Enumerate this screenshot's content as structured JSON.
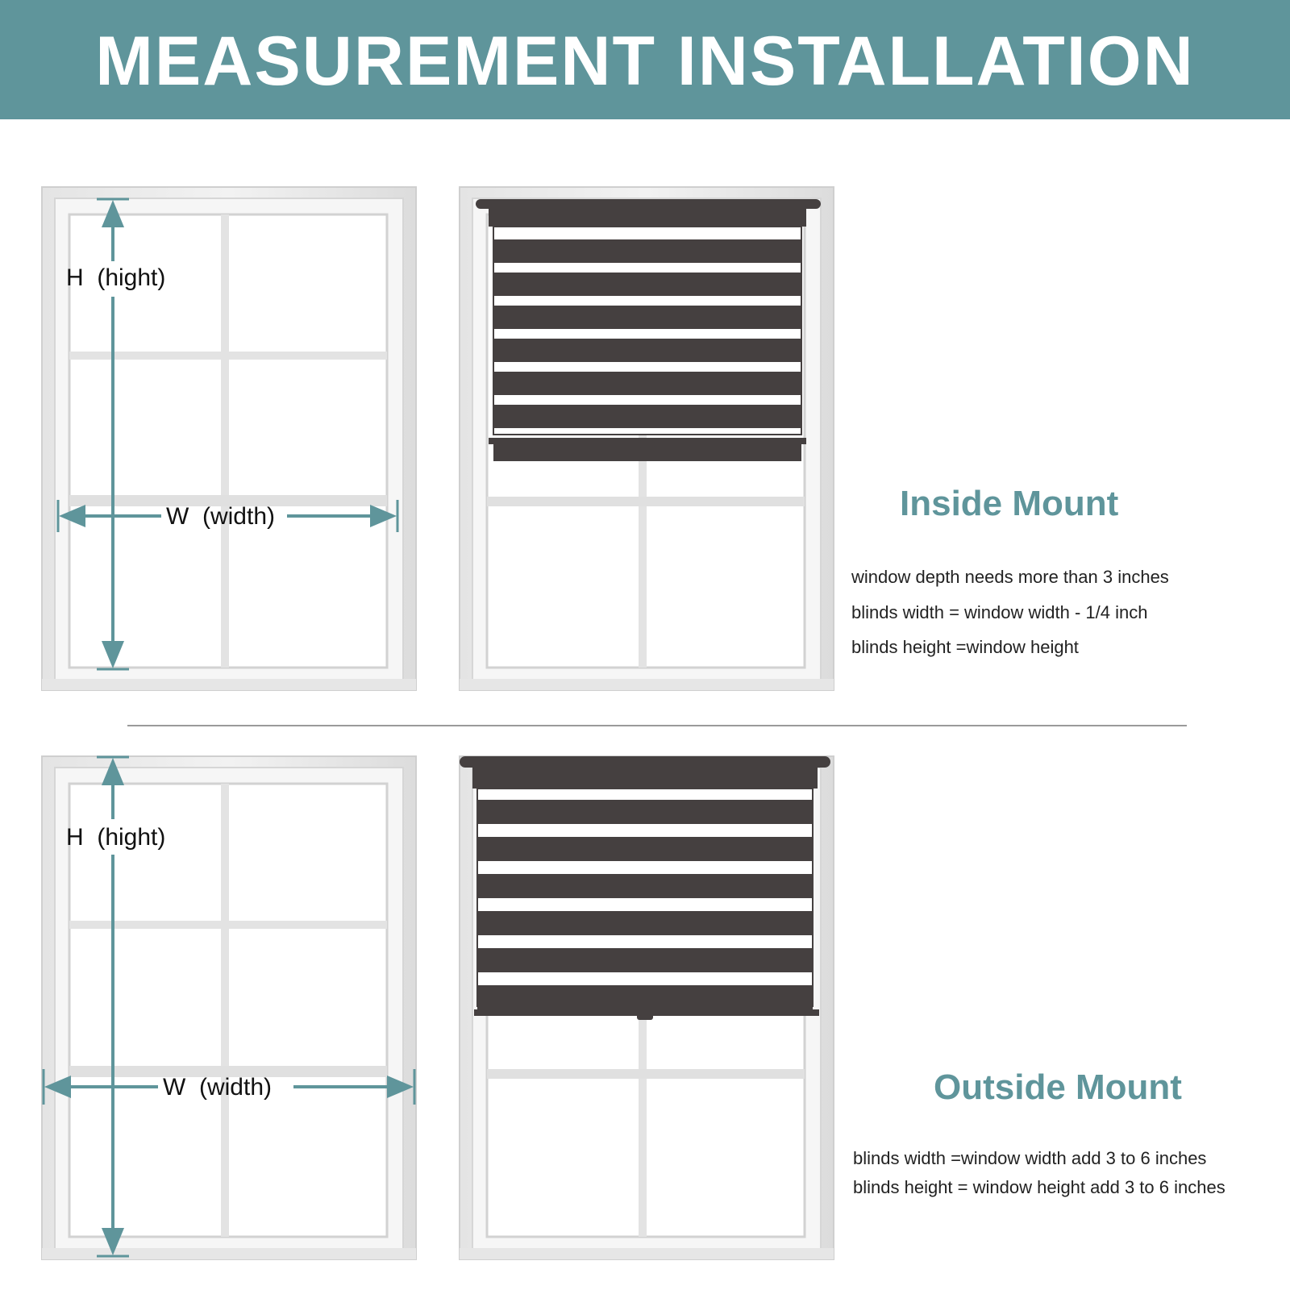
{
  "header": {
    "title": "MEASUREMENT INSTALLATION",
    "background_color": "#5f959b",
    "text_color": "#ffffff"
  },
  "dimension_labels": {
    "height": "H  (hight)",
    "width": "W  (width)"
  },
  "inside_mount": {
    "title": "Inside Mount",
    "notes": [
      "window depth needs more than 3 inches",
      "blinds width = window width - 1/4 inch",
      "blinds height =window height"
    ]
  },
  "outside_mount": {
    "title": "Outside Mount",
    "notes": [
      "blinds width =window width add 3 to 6 inches",
      "blinds height = window height add 3 to 6 inches"
    ]
  },
  "colors": {
    "accent": "#5f959b",
    "arrow": "#5f959b",
    "blind": "#454040",
    "frame": "#d9d9d9",
    "divider": "#9a9a9a"
  }
}
